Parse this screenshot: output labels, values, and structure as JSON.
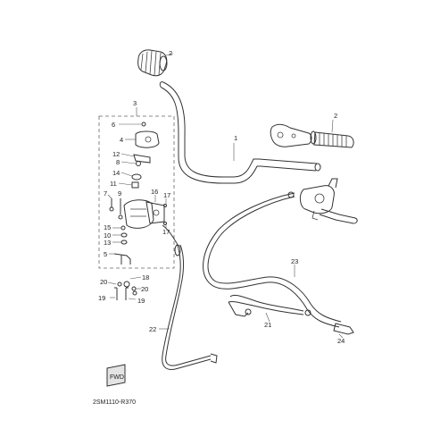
{
  "diagram": {
    "labels": {
      "l1": "1",
      "l2a": "2",
      "l2b": "2",
      "l3": "3",
      "l4": "4",
      "l5": "5",
      "l6": "6",
      "l7": "7",
      "l8": "8",
      "l9": "9",
      "l10": "10",
      "l11": "11",
      "l12": "12",
      "l13": "13",
      "l14": "14",
      "l15": "15",
      "l16": "16",
      "l17a": "17",
      "l17b": "17",
      "l18": "18",
      "l19a": "19",
      "l19b": "19",
      "l20a": "20",
      "l20b": "20",
      "l21": "21",
      "l22": "22",
      "l23": "23",
      "l24": "24"
    },
    "fwd_text": "FWD",
    "code": "2SM1110-R370"
  }
}
